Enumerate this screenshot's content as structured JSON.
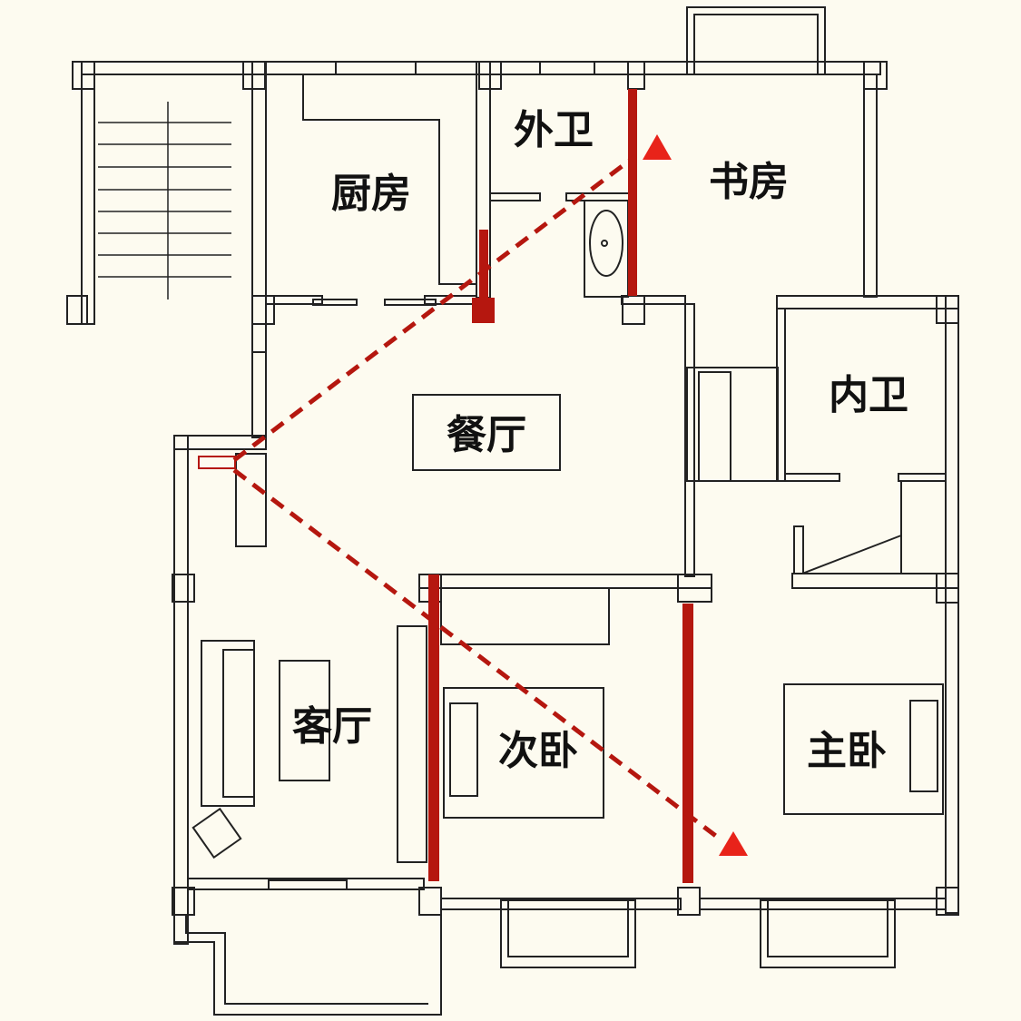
{
  "rooms": {
    "kitchen": "厨房",
    "guest_bath": "外卫",
    "study": "书房",
    "inner_bath": "内卫",
    "dining": "餐厅",
    "living": "客厅",
    "second_bedroom": "次卧",
    "master_bedroom": "主卧"
  },
  "colors": {
    "background": "#fdfbf0",
    "wall": "#222222",
    "accent": "#b5170f",
    "arrow": "#e8231a"
  }
}
